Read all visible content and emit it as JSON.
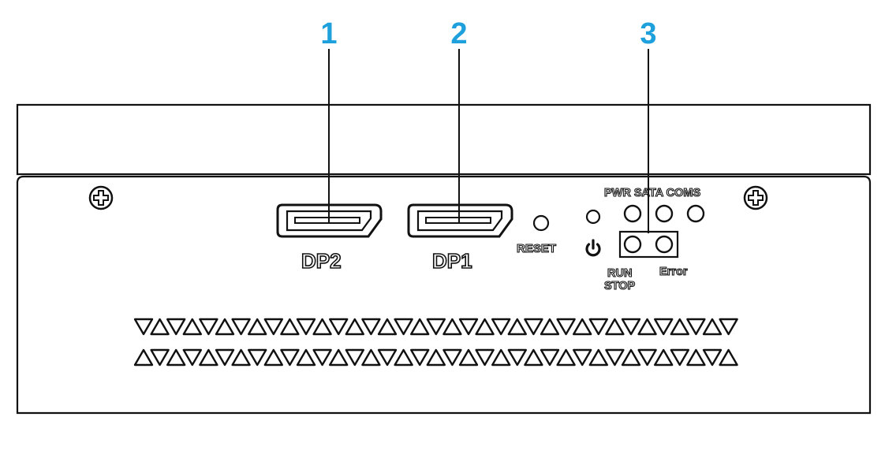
{
  "colors": {
    "callout": "#1ea0dc",
    "line": "#111111",
    "background": "#ffffff"
  },
  "callouts": [
    "1",
    "2",
    "3"
  ],
  "ports": {
    "dp2": "DP2",
    "dp1": "DP1"
  },
  "labels": {
    "reset": "RESET",
    "pwr_sata_coms": "PWR SATA COMS",
    "run_line1": "RUN",
    "run_line2": "STOP",
    "error": "Error"
  },
  "icons": {
    "power": "power-icon",
    "screw": "screw-head-icon"
  }
}
